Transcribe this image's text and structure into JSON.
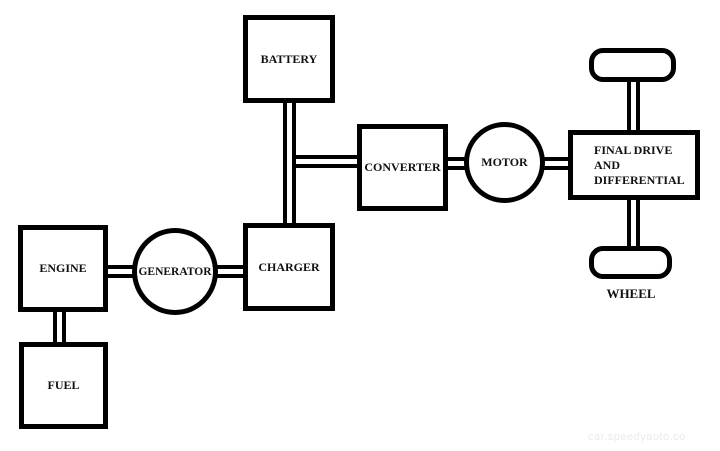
{
  "diagram": {
    "type": "block-diagram",
    "subject": "series hybrid electric drivetrain",
    "colors": {
      "line": "#000000",
      "node_fill": "#ffffff",
      "background": "#ffffff",
      "watermark": "#eaeaea"
    },
    "nodes": {
      "battery": {
        "label": "BATTERY",
        "shape": "rect"
      },
      "converter": {
        "label": "CONVERTER",
        "shape": "rect"
      },
      "motor": {
        "label": "MOTOR",
        "shape": "circle"
      },
      "final_drive": {
        "label": "FINAL DRIVE AND DIFFERENTIAL",
        "lines": [
          "FINAL DRIVE",
          "AND",
          "DIFFERENTIAL"
        ],
        "shape": "rect"
      },
      "engine": {
        "label": "ENGINE",
        "shape": "rect"
      },
      "generator": {
        "label": "GENERATOR",
        "shape": "circle"
      },
      "charger": {
        "label": "CHARGER",
        "shape": "rect"
      },
      "fuel": {
        "label": "FUEL",
        "shape": "rect"
      },
      "wheel": {
        "label": "WHEEL",
        "shape": "rounded-rect",
        "count": 2
      }
    },
    "connections": [
      {
        "from": "engine",
        "to": "fuel",
        "style": "double-line"
      },
      {
        "from": "engine",
        "to": "generator",
        "style": "double-line"
      },
      {
        "from": "generator",
        "to": "charger",
        "style": "double-line"
      },
      {
        "from": "charger",
        "to": "battery",
        "style": "double-line"
      },
      {
        "from": "battery",
        "to": "converter",
        "style": "double-line"
      },
      {
        "from": "converter",
        "to": "motor",
        "style": "double-line"
      },
      {
        "from": "motor",
        "to": "final_drive",
        "style": "double-line"
      },
      {
        "from": "final_drive",
        "to": "wheel-top",
        "style": "double-line"
      },
      {
        "from": "final_drive",
        "to": "wheel-bottom",
        "style": "double-line"
      }
    ],
    "watermark": "car.speedyauto.co"
  }
}
